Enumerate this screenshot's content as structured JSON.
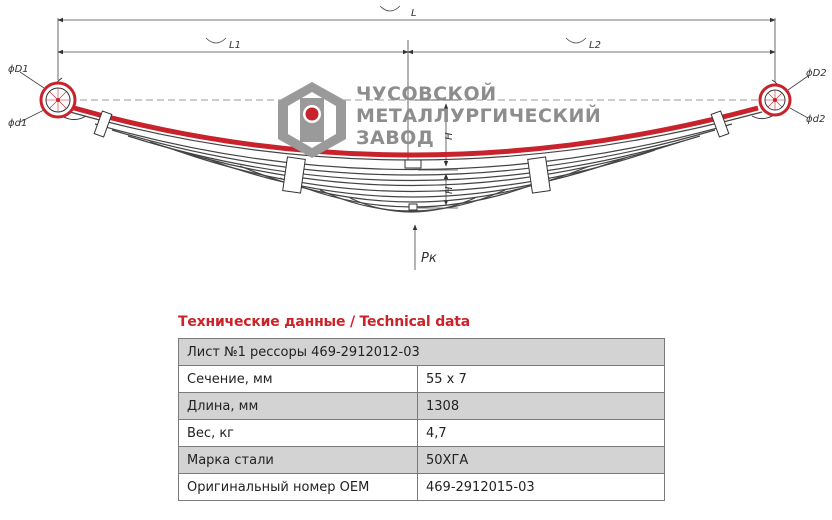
{
  "drawing": {
    "dim_overall": "L",
    "dim_left": "L1",
    "dim_right": "L2",
    "dim_d1_outer": "ϕD1",
    "dim_d1_inner": "ϕd1",
    "dim_d2_outer": "ϕD2",
    "dim_d2_inner": "ϕd2",
    "dim_height_upper": "H",
    "dim_height_lower": "H",
    "load_label": "Pк",
    "colors": {
      "main_leaf": "#c8232c",
      "line": "#333333",
      "logo_gray": "#8d8d8d"
    }
  },
  "logo": {
    "line1": "ЧУСОВСКОЙ",
    "line2": "МЕТАЛЛУРГИЧЕСКИЙ",
    "line3": "ЗАВОД",
    "icon": "chmz-logo-icon"
  },
  "spec": {
    "title": "Технические данные / Technical data",
    "header": "Лист №1 рессоры 469-2912012-03",
    "rows": [
      {
        "label": "Сечение, мм",
        "value": "55 x 7"
      },
      {
        "label": "Длина, мм",
        "value": "1308"
      },
      {
        "label": "Вес, кг",
        "value": "4,7"
      },
      {
        "label": "Марка стали",
        "value": "50ХГА"
      },
      {
        "label": "Оригинальный номер OEM",
        "value": "469-2912015-03"
      }
    ]
  }
}
